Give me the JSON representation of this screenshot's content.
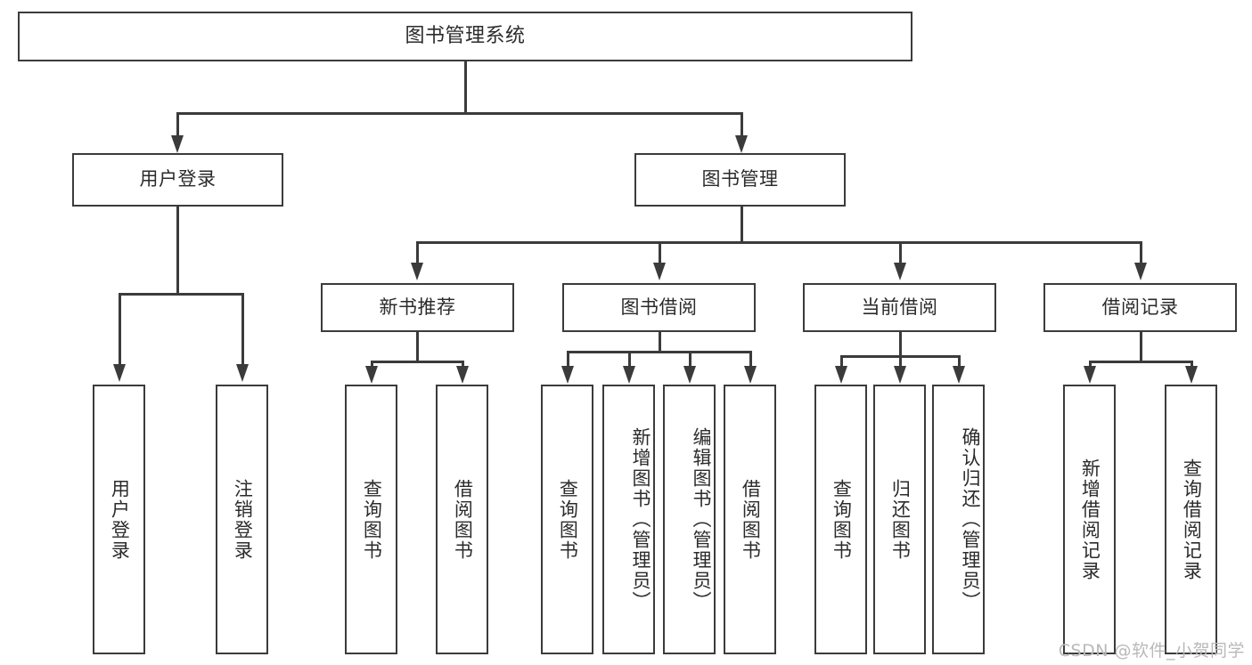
{
  "diagram": {
    "title": "图书管理系统",
    "watermark": "CSDN @软件_小贺同学",
    "colors": {
      "stroke": "#3b3b3b",
      "fill": "#ffffff",
      "text": "#2b2b2b",
      "watermark": "#b9b9b9"
    },
    "nodes": {
      "root": "图书管理系统",
      "level1": {
        "user_login": "用户登录",
        "book_manage": "图书管理"
      },
      "level2": {
        "new_book_recommend": "新书推荐",
        "book_borrow": "图书借阅",
        "current_borrow": "当前借阅",
        "borrow_record": "借阅记录"
      },
      "leaves": {
        "user_login_1": "用户登录",
        "user_login_2": "注销登录",
        "new_book_1": "查询图书",
        "new_book_2": "借阅图书",
        "borrow_1": "查询图书",
        "borrow_2": "新增图书（管理员）",
        "borrow_3": "编辑图书（管理员）",
        "borrow_4": "借阅图书",
        "current_1": "查询图书",
        "current_2": "归还图书",
        "current_3": "确认归还（管理员）",
        "record_1": "新增借阅记录",
        "record_2": "查询借阅记录"
      }
    }
  }
}
